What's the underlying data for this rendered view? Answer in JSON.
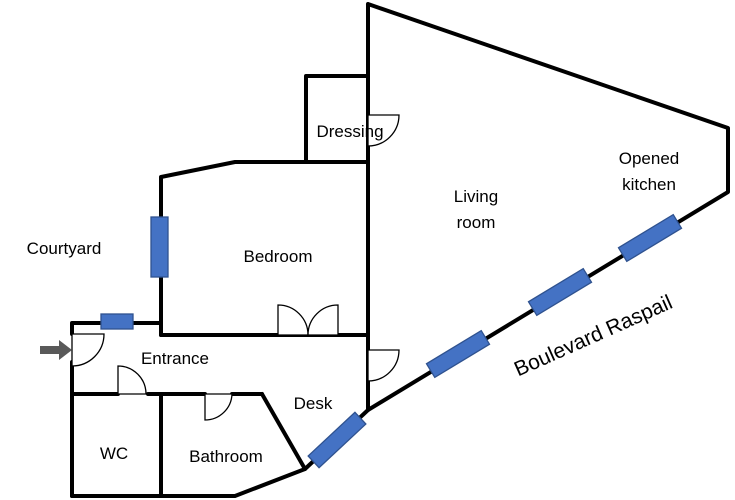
{
  "rooms": {
    "dressing": "Dressing",
    "living_line1": "Living",
    "living_line2": "room",
    "kitchen_line1": "Opened",
    "kitchen_line2": "kitchen",
    "bedroom": "Bedroom",
    "entrance": "Entrance",
    "desk": "Desk",
    "wc": "WC",
    "bathroom": "Bathroom"
  },
  "outside": {
    "courtyard": "Courtyard",
    "street": "Boulevard Raspail"
  },
  "colors": {
    "walls": "#000000",
    "windows": "#4472C4",
    "entry_arrow": "#595959"
  },
  "icons": {
    "entry": "entry-arrow-icon"
  }
}
